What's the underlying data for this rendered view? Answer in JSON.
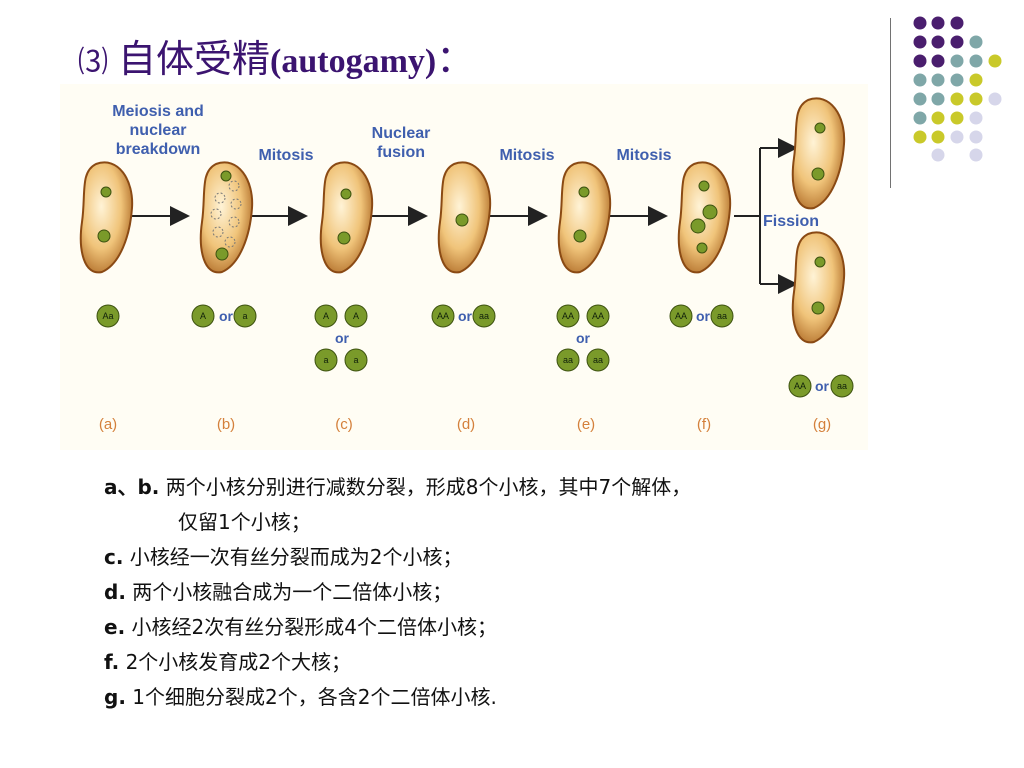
{
  "title": {
    "number": "⑶",
    "chinese": "自体受精",
    "latin": "(autogamy)",
    "colon": "："
  },
  "colors": {
    "title": "#3b1470",
    "label": "#3f5fae",
    "step": "#d4803b",
    "nucleus": "#7a9a2a",
    "deco_purple": "#4a1e6e",
    "deco_teal": "#7fa7a8",
    "deco_yellow": "#c9c92a",
    "deco_lavender": "#d6d6ea"
  },
  "diagram": {
    "labels": {
      "meiosis": [
        "Meiosis and",
        "nuclear",
        "breakdown"
      ],
      "mitosis1": "Mitosis",
      "fusion": [
        "Nuclear",
        "fusion"
      ],
      "mitosis2": "Mitosis",
      "mitosis3": "Mitosis",
      "fission": "Fission"
    },
    "or_word": "or",
    "genotypes": {
      "a": "Aa",
      "b": [
        "A",
        "a"
      ],
      "c": [
        "A",
        "A",
        "a",
        "a"
      ],
      "d": [
        "AA",
        "aa"
      ],
      "e": [
        "AA",
        "AA",
        "aa",
        "aa"
      ],
      "f": [
        "AA",
        "aa"
      ],
      "g": [
        "AA",
        "aa"
      ]
    },
    "steps": [
      "(a)",
      "(b)",
      "(c)",
      "(d)",
      "(e)",
      "(f)",
      "(g)"
    ]
  },
  "notes": [
    {
      "label": "a、b.",
      "text": " 两个小核分别进行减数分裂，形成8个小核，其中7个解体，",
      "cont": "仅留1个小核；"
    },
    {
      "label": "c.",
      "text": " 小核经一次有丝分裂而成为2个小核；"
    },
    {
      "label": "d.",
      "text": " 两个小核融合成为一个二倍体小核；"
    },
    {
      "label": "e.",
      "text": " 小核经2次有丝分裂形成4个二倍体小核；"
    },
    {
      "label": "f.",
      "text": " 2个小核发育成2个大核；"
    },
    {
      "label": "g.",
      "text": " 1个细胞分裂成2个，各含2个二倍体小核."
    }
  ]
}
